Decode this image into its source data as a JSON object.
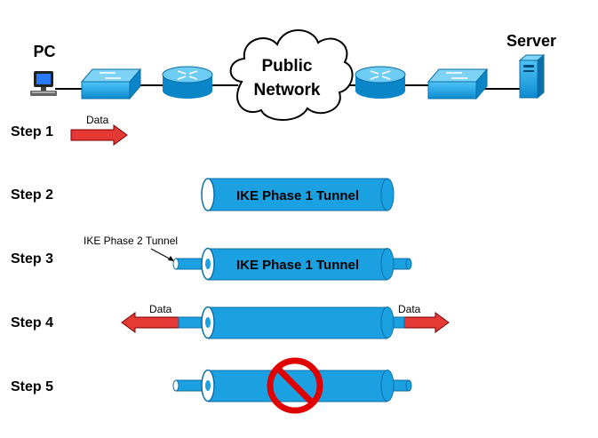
{
  "topology": {
    "pc_label": "PC",
    "server_label": "Server",
    "cloud_label_line1": "Public",
    "cloud_label_line2": "Network"
  },
  "steps": [
    {
      "label": "Step 1",
      "data_label": "Data"
    },
    {
      "label": "Step 2",
      "tunnel_label": "IKE Phase 1 Tunnel"
    },
    {
      "label": "Step 3",
      "tunnel_label": "IKE Phase 1 Tunnel",
      "callout": "IKE Phase 2 Tunnel"
    },
    {
      "label": "Step 4",
      "left_data_label": "Data",
      "right_data_label": "Data"
    },
    {
      "label": "Step 5"
    }
  ],
  "colors": {
    "tunnel": "#1ba1e2",
    "tunnel_end": "#ffffff",
    "arrow": "#e53935",
    "no_symbol": "#e00000",
    "device": "#1ba1e2"
  },
  "icons": [
    "pc-icon",
    "switch-icon",
    "router-icon",
    "cloud-icon",
    "server-icon",
    "no-symbol-icon"
  ]
}
